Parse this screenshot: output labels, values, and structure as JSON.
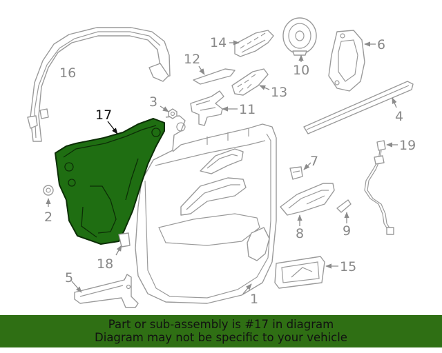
{
  "diagram": {
    "highlight_color": "#1f6e12",
    "callouts": [
      "1",
      "2",
      "3",
      "4",
      "5",
      "6",
      "7",
      "8",
      "9",
      "10",
      "11",
      "12",
      "13",
      "14",
      "15",
      "16",
      "17",
      "18",
      "19"
    ],
    "highlighted_part": "17"
  },
  "footer": {
    "background": "#2f6f14",
    "line1": "Part or sub-assembly is #17 in diagram",
    "line2": "Diagram may not be specific to your vehicle"
  }
}
